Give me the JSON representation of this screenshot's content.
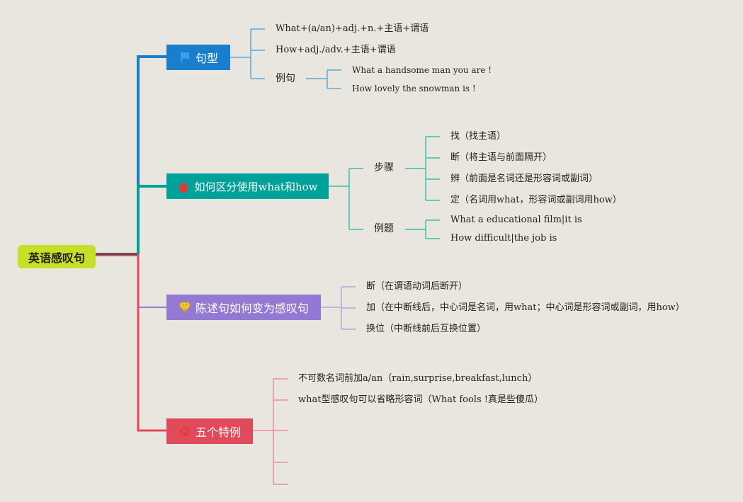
{
  "root": {
    "label": "英语感叹句"
  },
  "branches": [
    {
      "label": "句型",
      "icon": "flag-icon",
      "color": "#1a7ecf",
      "items": [
        "What+(a/an)+adj.+n.+主语+谓语",
        "How+adj./adv.+主语+谓语"
      ],
      "example": {
        "label": "例句",
        "items": [
          "What a handsome man you are !",
          "How lovely the snowman is !"
        ]
      }
    },
    {
      "label": "如何区分使用what和how",
      "icon": "fire-icon",
      "color": "#00a19a",
      "steps": {
        "label": "步骤",
        "items": [
          "找（找主语）",
          "断（将主语与前面隔开）",
          "辨（前面是名词还是形容词或副词）",
          "定（名词用what，形容词或副词用how）"
        ]
      },
      "examples": {
        "label": "例题",
        "items": [
          "What a educational film|it is",
          "How difficult|the job is"
        ]
      }
    },
    {
      "label": "陈述句如何变为感叹句",
      "icon": "diamond-icon",
      "color": "#9378d4",
      "items": [
        "断（在谓语动词后断开）",
        "加（在中断线后，中心词是名词，用what；中心词是形容词或副词，用how）",
        "换位（中断线前后互换位置）"
      ]
    },
    {
      "label": "五个特例",
      "icon": "house-icon",
      "color": "#e04a5b",
      "items": [
        "不可数名词前加a/an（rain,surprise,breakfast,lunch）",
        "what型感叹句可以省略形容词（What fools !真是些傻瓜）"
      ]
    }
  ]
}
